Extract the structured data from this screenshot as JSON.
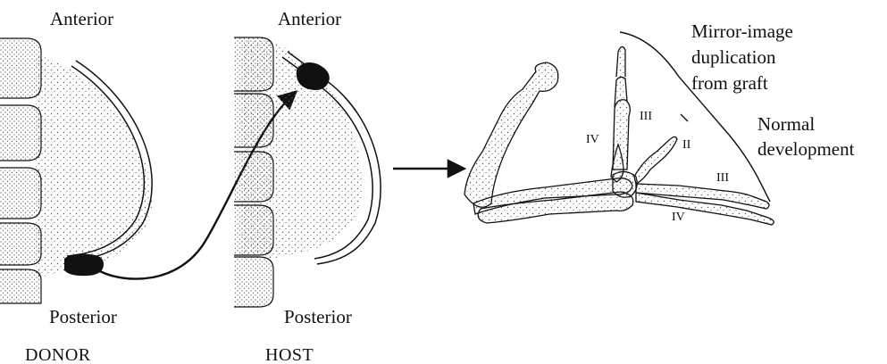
{
  "labels": {
    "donor_anterior": "Anterior",
    "donor_posterior": "Posterior",
    "donor": "DONOR",
    "host_anterior": "Anterior",
    "host_posterior": "Posterior",
    "host": "HOST",
    "mirror_line1": "Mirror-image",
    "mirror_line2": "duplication",
    "mirror_line3": "from graft",
    "normal_line1": "Normal",
    "normal_line2": "development"
  },
  "digits": {
    "graft_IV": "IV",
    "graft_III": "III",
    "normal_II": "II",
    "normal_III": "III",
    "normal_IV": "IV"
  },
  "colors": {
    "ink": "#111111",
    "stipple": "#555555",
    "tissue": "#f2f2f2",
    "graft": "#111111"
  }
}
